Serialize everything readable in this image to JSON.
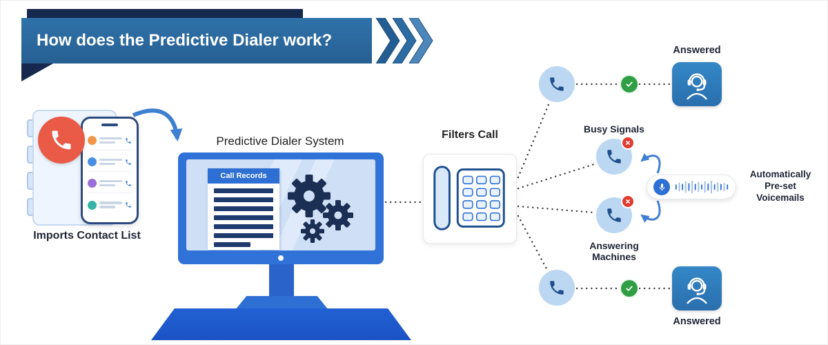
{
  "header": {
    "title": "How does the Predictive Dialer work?"
  },
  "contact_list": {
    "label": "Imports Contact List"
  },
  "dialer_system": {
    "label": "Predictive Dialer System",
    "screen_title": "Call Records"
  },
  "filters": {
    "label": "Filters Call"
  },
  "outcomes": {
    "answered_top": {
      "label": "Answered",
      "status_icon": "check-icon"
    },
    "busy": {
      "label": "Busy Signals",
      "status_icon": "x-icon"
    },
    "answering_machines": {
      "label": "Answering Machines",
      "status_icon": "x-icon"
    },
    "answered_bottom": {
      "label": "Answered",
      "status_icon": "check-icon"
    }
  },
  "voicemail": {
    "line1": "Automatically",
    "line2": "Pre-set",
    "line3": "Voicemails"
  },
  "colors": {
    "banner_blue": "#2d6ba3",
    "navy": "#16284e",
    "accent_blue": "#2e6fd3",
    "node_circle_blue": "#bcd7f2",
    "phone_glyph_blue": "#1e4e8c",
    "success_green": "#2f9e44",
    "error_red": "#e23b30",
    "agent_box_blue": "#2e7ec2",
    "contact_badge_orange": "#ea5b47",
    "dotted_line": "#3d3d3d",
    "arrow_blue": "#3f7fd0"
  },
  "icons": [
    "phone-icon",
    "gear-icon",
    "document-icon",
    "mic-icon",
    "waveform-icon",
    "check-icon",
    "x-icon",
    "agent-headset-icon",
    "chevron-arrows-icon",
    "contact-book-icon",
    "smartphone-icon",
    "desk-phone-icon"
  ]
}
